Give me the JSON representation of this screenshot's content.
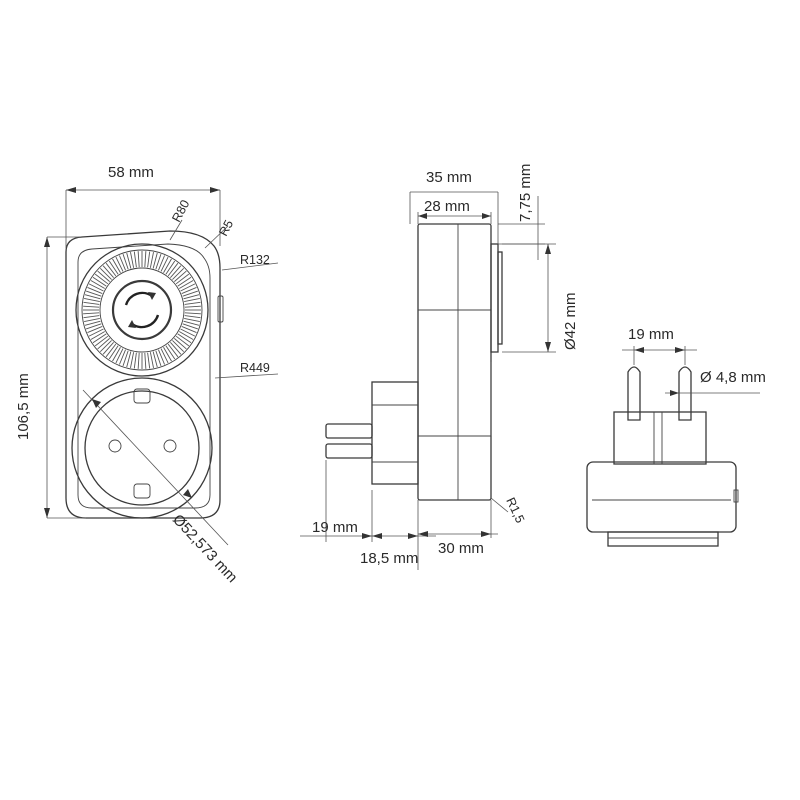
{
  "front_view": {
    "width_label": "58 mm",
    "height_label": "106,5 mm",
    "radius_r80": "R80",
    "radius_r5": "R5",
    "radius_r132": "R132",
    "radius_r449": "R449",
    "socket_diameter": "Ø52,573 mm"
  },
  "side_view": {
    "depth_total": "35 mm",
    "depth_body": "28 mm",
    "knob_offset": "7,75 mm",
    "knob_diameter": "Ø42 mm",
    "plug_length": "19 mm",
    "plug_base": "18,5 mm",
    "body_depth": "30 mm",
    "edge_radius": "R1,5"
  },
  "top_view": {
    "pin_spacing": "19 mm",
    "pin_diameter": "Ø 4,8 mm"
  }
}
